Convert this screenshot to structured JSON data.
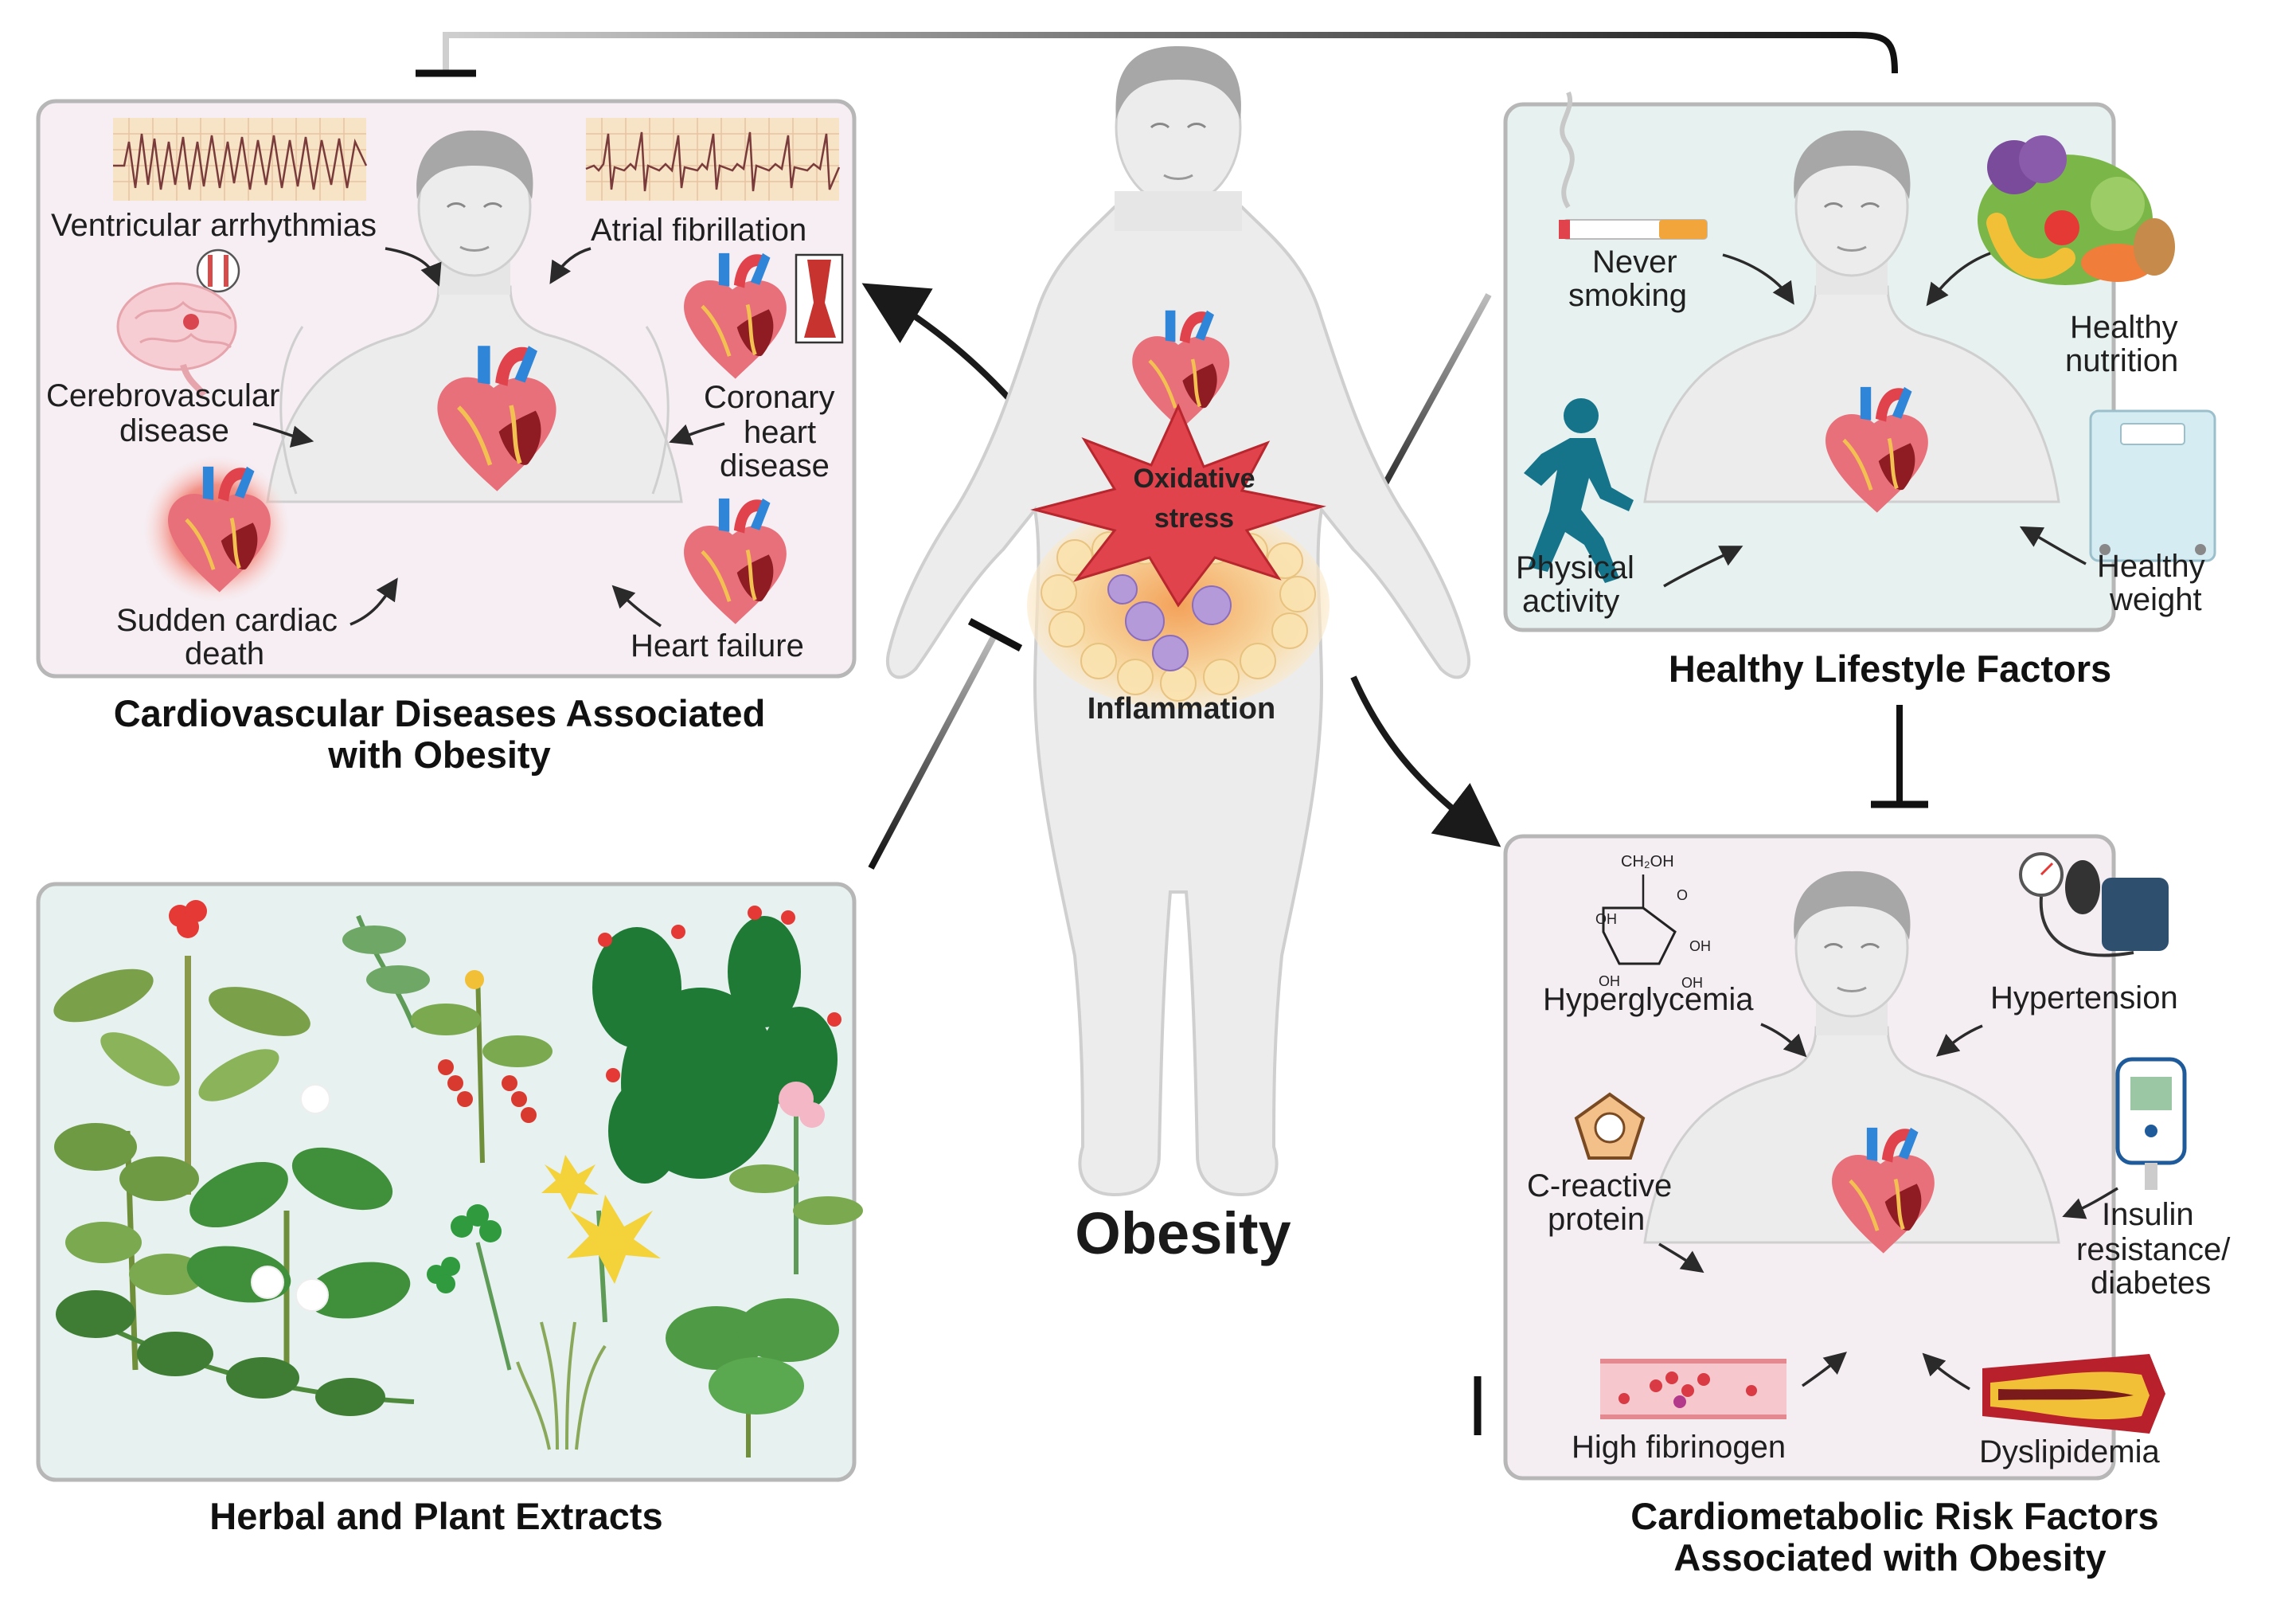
{
  "center": {
    "title": "Obesity",
    "oxidative_line1": "Oxidative",
    "oxidative_line2": "stress",
    "inflammation": "Inflammation"
  },
  "panel_cvd": {
    "title_line1": "Cardiovascular Diseases Associated",
    "title_line2": "with Obesity",
    "ventricular": "Ventricular arrhythmias",
    "atrial": "Atrial fibrillation",
    "cerebro_line1": "Cerebrovascular",
    "cerebro_line2": "disease",
    "coronary_line1": "Coronary",
    "coronary_line2": "heart",
    "coronary_line3": "disease",
    "sudden_line1": "Sudden cardiac",
    "sudden_line2": "death",
    "heart_failure": "Heart failure"
  },
  "panel_lifestyle": {
    "title": "Healthy Lifestyle Factors",
    "smoking_line1": "Never",
    "smoking_line2": "smoking",
    "nutrition_line1": "Healthy",
    "nutrition_line2": "nutrition",
    "activity_line1": "Physical",
    "activity_line2": "activity",
    "weight_line1": "Healthy",
    "weight_line2": "weight"
  },
  "panel_herbal": {
    "title": "Herbal and Plant Extracts"
  },
  "panel_cardiometabolic": {
    "title_line1": "Cardiometabolic Risk Factors",
    "title_line2": "Associated with Obesity",
    "hyperglycemia": "Hyperglycemia",
    "hypertension": "Hypertension",
    "crp_line1": "C-reactive",
    "crp_line2": "protein",
    "insulin_line1": "Insulin",
    "insulin_line2": "resistance/",
    "insulin_line3": "diabetes",
    "fibrinogen": "High fibrinogen",
    "dyslipidemia": "Dyslipidemia",
    "glucose_ch2oh": "CH₂OH",
    "glucose_oh": "OH",
    "glucose_o": "O"
  },
  "colors": {
    "panel_pink": "#f6eef3",
    "panel_mint": "#e6f1f0",
    "panel_border": "#b7b7b7",
    "star_red": "#e0434c",
    "body_fill": "#ececec",
    "hair": "#a7a7a7"
  }
}
